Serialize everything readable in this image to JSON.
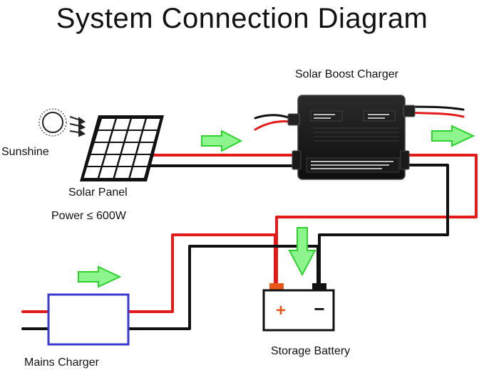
{
  "title": "System Connection Diagram",
  "labels": {
    "boost_charger": "Solar Boost Charger",
    "sunshine": "Sunshine",
    "solar_panel": "Solar Panel",
    "power": "Power ≤ 600W",
    "mains_charger": "Mains Charger",
    "storage_battery": "Storage Battery"
  },
  "battery_terminals": {
    "positive": "+",
    "negative": "−"
  },
  "colors": {
    "positive_wire": "#e21a1a",
    "negative_wire": "#111111",
    "flow_arrow": "#3be03b",
    "mains_charger_box": "#3a3ad0",
    "battery_positive_terminal": "#e8581c",
    "boost_charger_body": "#1c1c1c"
  },
  "icons": {
    "sun": "sun-icon",
    "flow": "flow-arrow-icon",
    "panel": "solar-panel-icon",
    "charger": "boost-charger-icon",
    "battery": "battery-icon"
  }
}
